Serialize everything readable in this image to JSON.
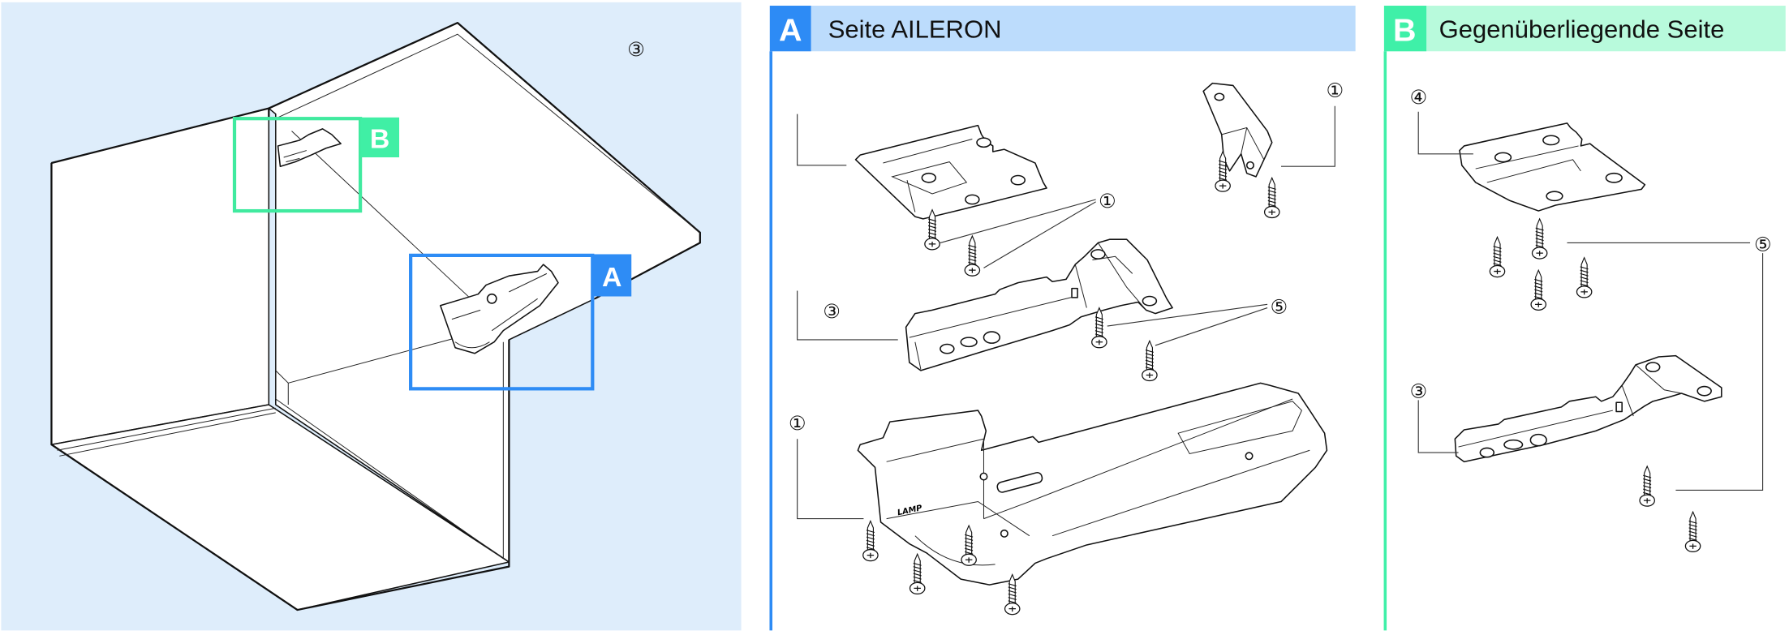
{
  "colors": {
    "overview_bg": "#deedfb",
    "side_a_accent": "#2d8bf5",
    "side_a_header": "#bcdcfc",
    "side_b_accent": "#3ff0a8",
    "side_b_header": "#b8fadc"
  },
  "overview": {
    "part_callout": "③",
    "box_a_label": "A",
    "box_b_label": "B"
  },
  "side_a": {
    "letter": "A",
    "title": "Seite AILERON",
    "callouts": {
      "plate_screws": "①",
      "bracket": "①",
      "hinge": "③",
      "hinge_screws": "⑤",
      "arm": "①"
    },
    "arm_logo": "LAMP"
  },
  "side_b": {
    "letter": "B",
    "title": "Gegenüberliegende Seite",
    "callouts": {
      "plate": "④",
      "screws": "⑤",
      "hinge": "③"
    }
  }
}
